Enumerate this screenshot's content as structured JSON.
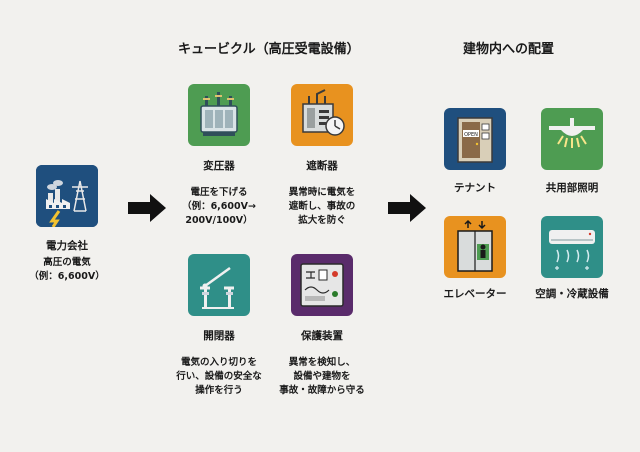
{
  "headings": {
    "cubicle": "キュービクル（高圧受電設備）",
    "building": "建物内への配置"
  },
  "power_company": {
    "label": "電力会社",
    "desc": [
      "高圧の電気",
      "（例：6,600V）"
    ]
  },
  "transformer": {
    "label": "変圧器",
    "desc": [
      "電圧を下げる",
      "（例：6,600V→",
      "200V/100V）"
    ]
  },
  "breaker": {
    "label": "遮断器",
    "desc": [
      "異常時に電気を",
      "遮断し、事故の",
      "拡大を防ぐ"
    ]
  },
  "switch": {
    "label": "開閉器",
    "desc": [
      "電気の入り切りを",
      "行い、設備の安全な",
      "操作を行う"
    ]
  },
  "protection": {
    "label": "保護装置",
    "desc": [
      "異常を検知し、",
      "設備や建物を",
      "事故・故障から守る"
    ]
  },
  "building_items": [
    {
      "label": "テナント",
      "sign": "OPEN"
    },
    {
      "label": "共用部照明"
    },
    {
      "label": "エレベーター"
    },
    {
      "label": "空調・冷蔵設備"
    }
  ],
  "colors": {
    "navy": "#1f4f7e",
    "green": "#4e9c52",
    "orange": "#e8921f",
    "purple": "#5a2b6b",
    "teal": "#2f8f88",
    "background": "#f2f1ee"
  }
}
